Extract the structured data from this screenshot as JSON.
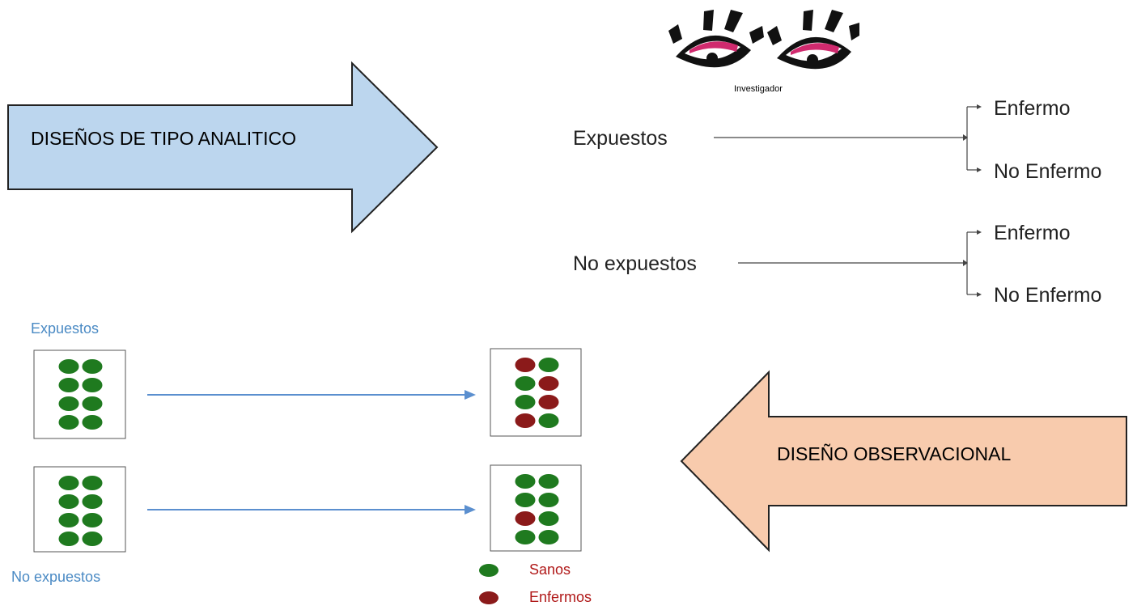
{
  "arrow_left": {
    "label": "DISEÑOS DE TIPO ANALITICO",
    "color": "#bcd6ee"
  },
  "arrow_right": {
    "label": "DISEÑO OBSERVACIONAL",
    "color": "#f8cbad"
  },
  "investigator": {
    "label": "Investigador",
    "icon": "eyes-icon"
  },
  "tree": {
    "groups": [
      {
        "label": "Expuestos",
        "outcomes": [
          "Enfermo",
          "No Enfermo"
        ]
      },
      {
        "label": "No expuestos",
        "outcomes": [
          "Enfermo",
          "No Enfermo"
        ]
      }
    ]
  },
  "cohort": {
    "top_label": "Expuestos",
    "bottom_label": "No expuestos",
    "legend": {
      "healthy": "Sanos",
      "sick": "Enfermos"
    },
    "colors": {
      "healthy": "#1f7a1f",
      "sick": "#8b1a1a",
      "arrow": "#5b8fcf"
    },
    "boxes": {
      "exposed_start": [
        "h",
        "h",
        "h",
        "h",
        "h",
        "h",
        "h",
        "h"
      ],
      "exposed_end": [
        "s",
        "h",
        "h",
        "s",
        "h",
        "s",
        "s",
        "h"
      ],
      "unexposed_start": [
        "h",
        "h",
        "h",
        "h",
        "h",
        "h",
        "h",
        "h"
      ],
      "unexposed_end": [
        "h",
        "h",
        "h",
        "h",
        "s",
        "h",
        "h",
        "h"
      ]
    }
  }
}
